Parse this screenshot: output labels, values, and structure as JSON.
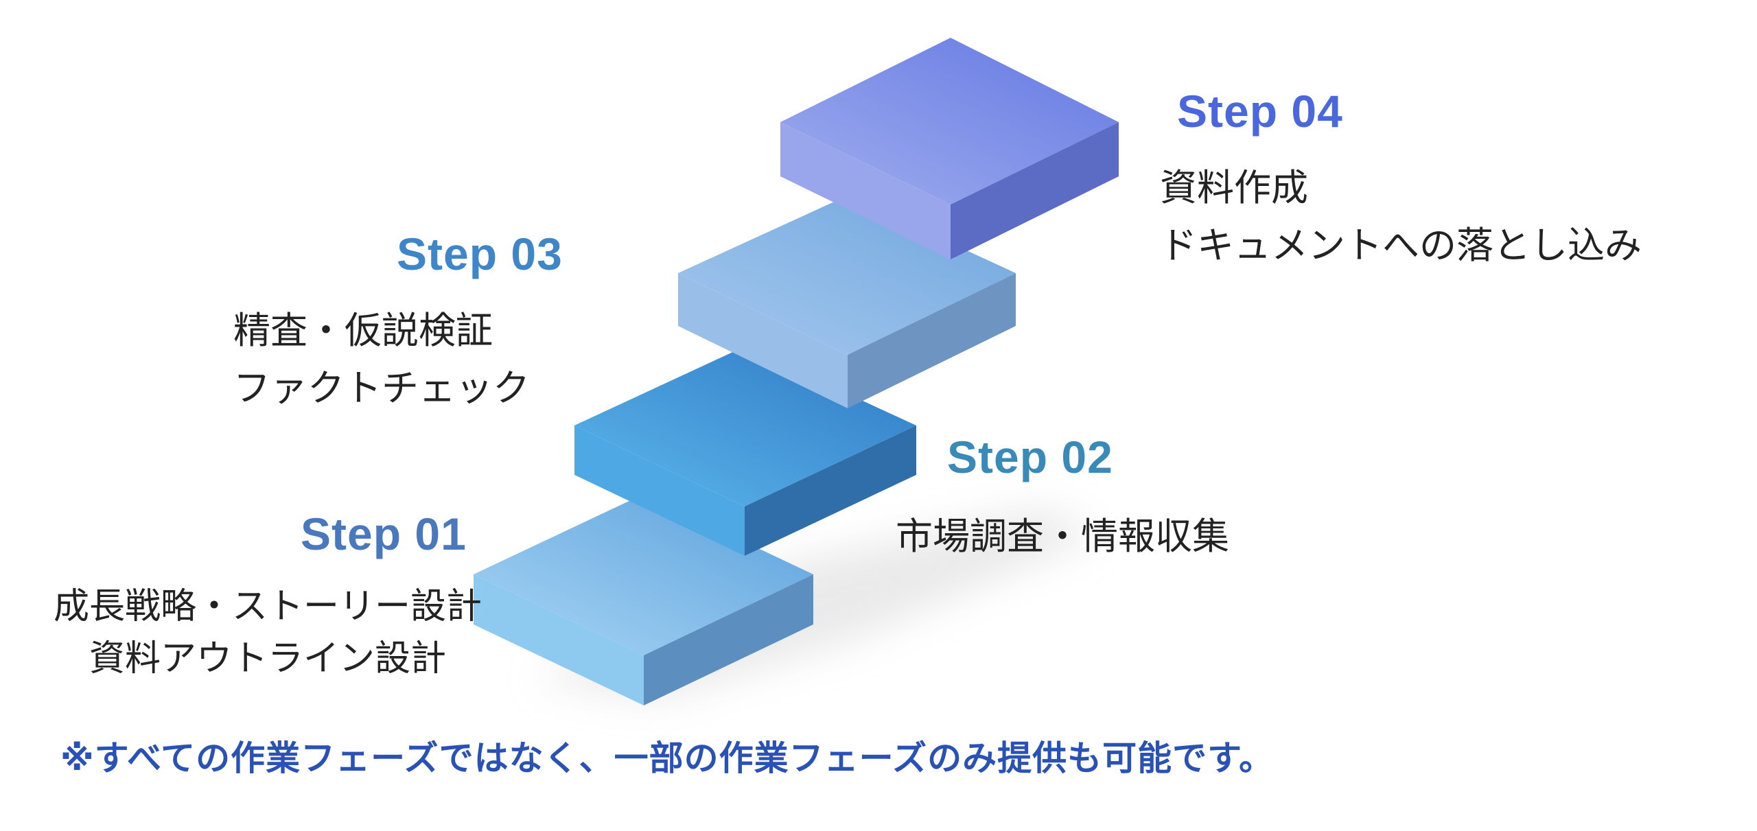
{
  "steps": [
    {
      "title": "Step 01",
      "lines": [
        "成長戦略・ストーリー設計",
        "資料アウトライン設計"
      ],
      "title_color": "#4a78bd",
      "top_from": "#5aa0dc",
      "top_to": "#a9d6f4",
      "left_color": "#8ec9ef",
      "right_color": "#5c8fc0"
    },
    {
      "title": "Step 02",
      "lines": [
        "市場調査・情報収集"
      ],
      "title_color": "#3a8ab8",
      "top_from": "#2f78c4",
      "top_to": "#5cb8ec",
      "left_color": "#4ea8e4",
      "right_color": "#2f6ea8"
    },
    {
      "title": "Step 03",
      "lines": [
        "精査・仮説検証",
        "ファクトチェック"
      ],
      "title_color": "#3f86c8",
      "top_from": "#6fa6de",
      "top_to": "#a6c8ee",
      "left_color": "#99bfe8",
      "right_color": "#6e94c2"
    },
    {
      "title": "Step 04",
      "lines": [
        "資料作成",
        "ドキュメントへの落とし込み"
      ],
      "title_color": "#4a68dc",
      "top_from": "#6278e2",
      "top_to": "#a2aeee",
      "left_color": "#99a6ec",
      "right_color": "#5c6cc4"
    }
  ],
  "footnote": {
    "text": "※すべての作業フェーズではなく、一部の作業フェーズのみ提供も可能です。",
    "color": "#2a52b5"
  }
}
